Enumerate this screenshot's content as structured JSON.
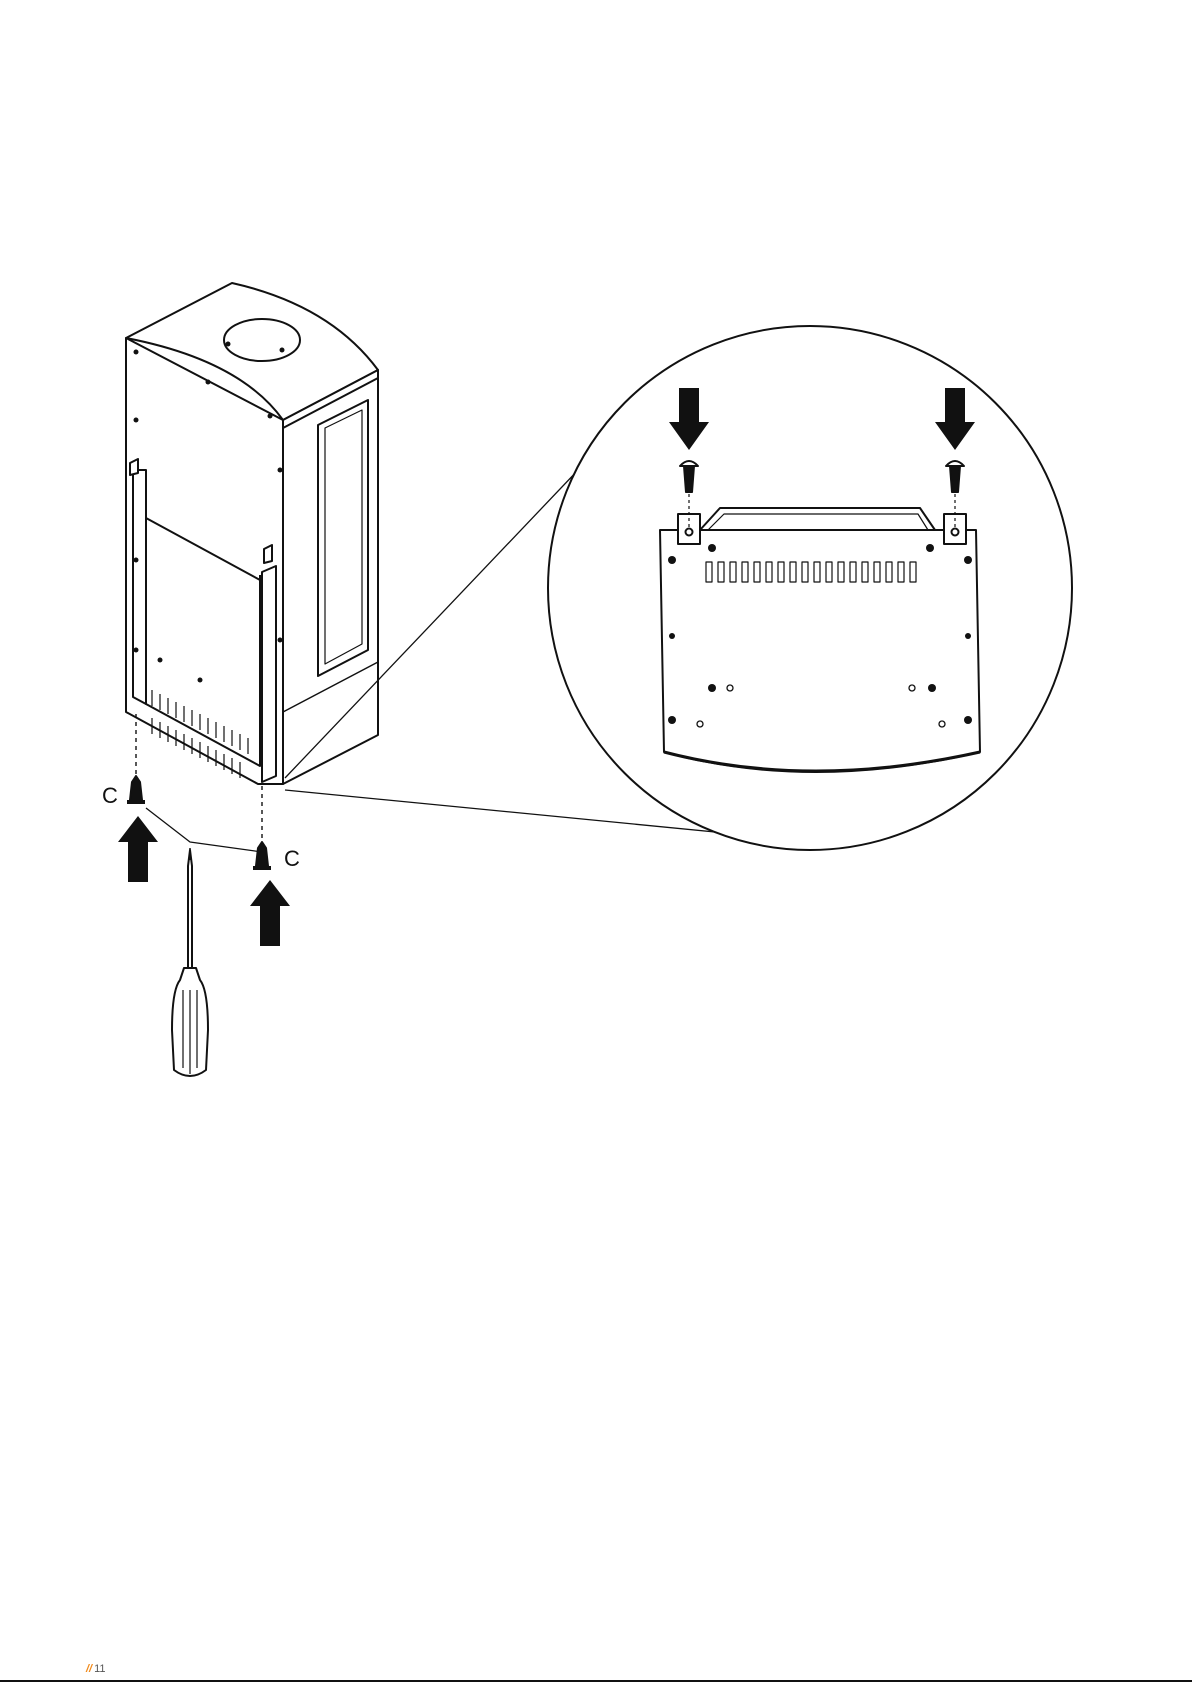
{
  "figure": {
    "screw_label_left": "C",
    "screw_label_right": "C"
  },
  "footer": {
    "marker": "//",
    "page_number": "11"
  }
}
